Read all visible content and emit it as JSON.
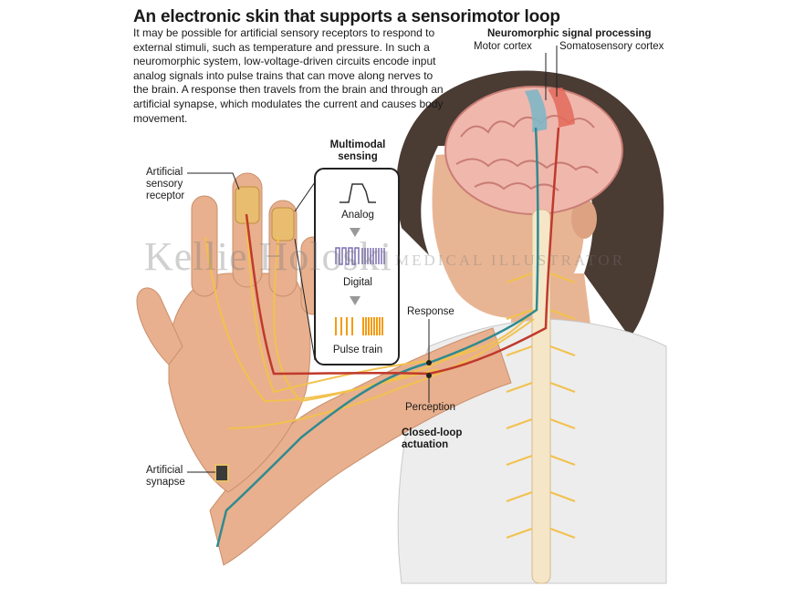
{
  "title": "An electronic skin that supports a sensorimotor loop",
  "intro": "It may be possible for artificial sensory receptors to respond to external stimuli, such as temperature and pressure. In such a neuromorphic system, low-voltage-driven circuits encode input analog signals into pulse trains that can move along nerves to the brain. A response then travels from the brain and through an artificial synapse, which modulates the current and causes body movement.",
  "labels": {
    "neuromorphic": "Neuromorphic signal processing",
    "motor_cortex": "Motor cortex",
    "somatosensory_cortex": "Somatosensory cortex",
    "receptor_line1": "Artificial",
    "receptor_line2": "sensory",
    "receptor_line3": "receptor",
    "multimodal_line1": "Multimodal",
    "multimodal_line2": "sensing",
    "analog": "Analog",
    "digital": "Digital",
    "pulse_train": "Pulse train",
    "response": "Response",
    "perception": "Perception",
    "closed_loop_line1": "Closed-loop",
    "closed_loop_line2": "actuation",
    "synapse_line1": "Artificial",
    "synapse_line2": "synapse"
  },
  "watermark": {
    "name": "Kellie Holoski",
    "tagline": "MEDICAL ILLUSTRATOR"
  },
  "colors": {
    "motor_pathway": "#2f8a8f",
    "sensory_pathway": "#c0392b",
    "nerve": "#f2c14e",
    "pulse": "#f39c12",
    "digital": "#7b6fb0",
    "skin": "#e8b08e",
    "hair": "#4a3b33"
  }
}
